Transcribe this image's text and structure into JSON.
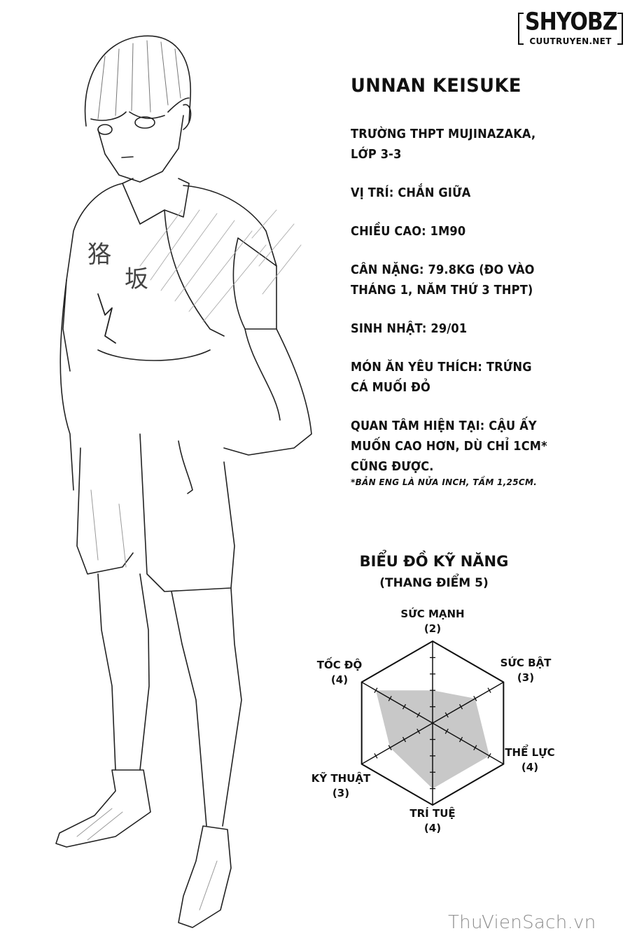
{
  "logo": {
    "brand": "SHYOBZ",
    "site": "CUUTRUYEN.NET"
  },
  "profile": {
    "name": "UNNAN KEISUKE",
    "school": "TRƯỜNG THPT MUJINAZAKA,\nLỚP 3-3",
    "position": "VỊ TRÍ: CHẮN GIỮA",
    "height": "CHIỀU CAO: 1M90",
    "weight": "CÂN NẶNG: 79.8KG (ĐO VÀO\nTHÁNG 1, NĂM THỨ 3 THPT)",
    "birthday": "SINH NHẬT: 29/01",
    "favorite_food": "MÓN ĂN YÊU THÍCH: TRỨNG\nCÁ MUỐI ĐỎ",
    "current_concern": "QUAN TÂM HIỆN TẠI: CẬU ẤY\nMUỐN CAO HƠN, DÙ CHỈ 1CM*\nCŨNG ĐƯỢC.",
    "footnote": "*BẢN ENG LÀ NỬA INCH, TẦM 1,25CM."
  },
  "chart": {
    "title": "BIỂU ĐỒ KỸ NĂNG",
    "subtitle": "(THANG ĐIỂM 5)"
  },
  "chart_data": {
    "type": "radar",
    "title": "BIỂU ĐỒ KỸ NĂNG",
    "subtitle": "(THANG ĐIỂM 5)",
    "scale_max": 5,
    "tick_marks_per_axis": 5,
    "categories": [
      "SỨC MẠNH",
      "SỨC BẬT",
      "THỂ LỰC",
      "TRÍ TUỆ",
      "KỸ THUẬT",
      "TỐC ĐỘ"
    ],
    "values": [
      2,
      3,
      4,
      4,
      3,
      4
    ],
    "value_labels": [
      "(2)",
      "(3)",
      "(4)",
      "(4)",
      "(3)",
      "(4)"
    ],
    "fill_color": "#c8c8c8",
    "line_color": "#111111"
  },
  "watermark": "ThuVienSach.vn"
}
